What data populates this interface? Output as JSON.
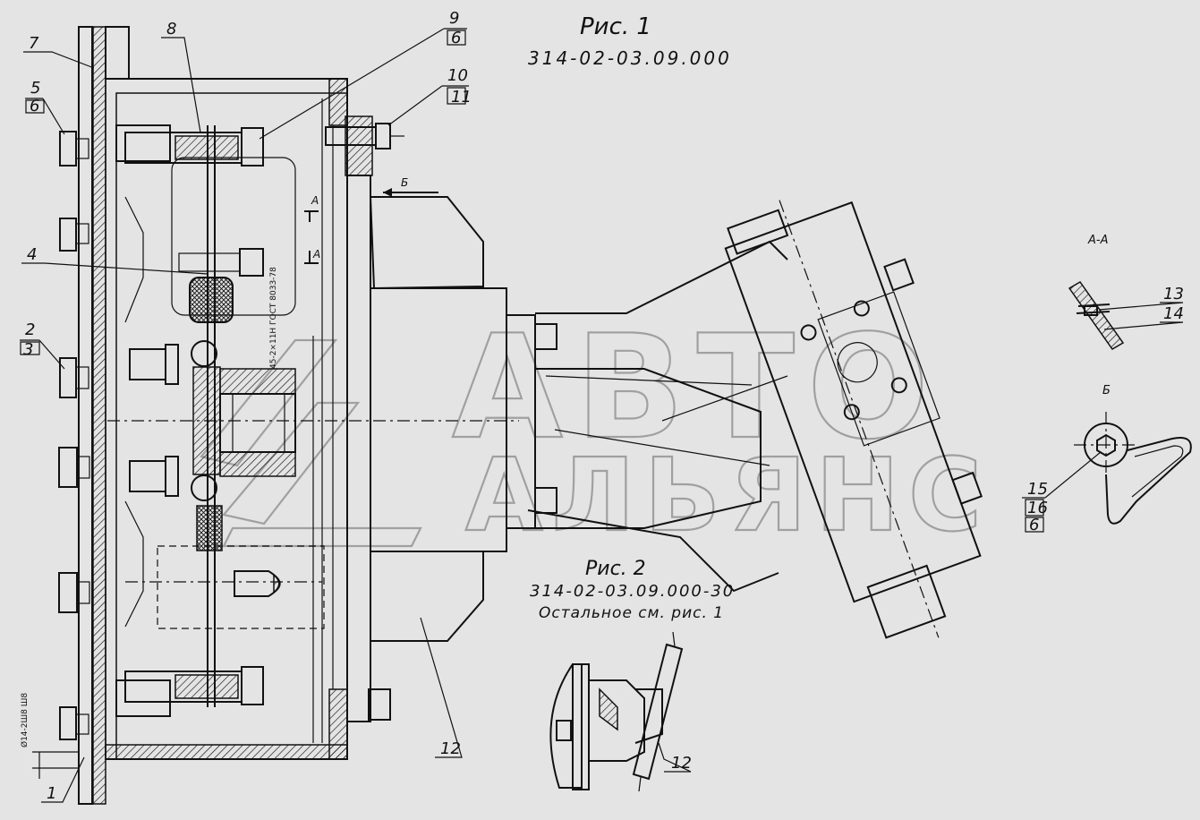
{
  "figure1": {
    "title": "Рис. 1",
    "code": "314-02-03.09.000"
  },
  "figure2": {
    "title": "Рис. 2",
    "code": "314-02-03.09.000-30",
    "note": "Остальное см. рис. 1"
  },
  "watermark": {
    "line1": "АВТО",
    "line2": "АЛЬЯНС"
  },
  "section_labels": {
    "aa_title": "А-А",
    "view_b_title": "Б",
    "arrow_a_top": "А",
    "arrow_a_bottom": "А",
    "arrow_b": "Б"
  },
  "dimensions": {
    "diameter": "Ø14-2Ш8 Ш8",
    "spec_note": "45-2×11Н ГОСТ 8033-78"
  },
  "callouts": [
    {
      "id": "c1",
      "number": "1",
      "sub": ""
    },
    {
      "id": "c2",
      "number": "2",
      "sub": "3"
    },
    {
      "id": "c4",
      "number": "4",
      "sub": ""
    },
    {
      "id": "c5",
      "number": "5",
      "sub": "6"
    },
    {
      "id": "c7",
      "number": "7",
      "sub": ""
    },
    {
      "id": "c8",
      "number": "8",
      "sub": ""
    },
    {
      "id": "c9",
      "number": "9",
      "sub": "6"
    },
    {
      "id": "c10",
      "number": "10",
      "sub": "11"
    },
    {
      "id": "c12a",
      "number": "12",
      "sub": ""
    },
    {
      "id": "c12b",
      "number": "12",
      "sub": ""
    },
    {
      "id": "c13",
      "number": "13",
      "sub": ""
    },
    {
      "id": "c14",
      "number": "14",
      "sub": ""
    },
    {
      "id": "c15",
      "number": "15",
      "sub": "16",
      "sub2": "6"
    }
  ]
}
